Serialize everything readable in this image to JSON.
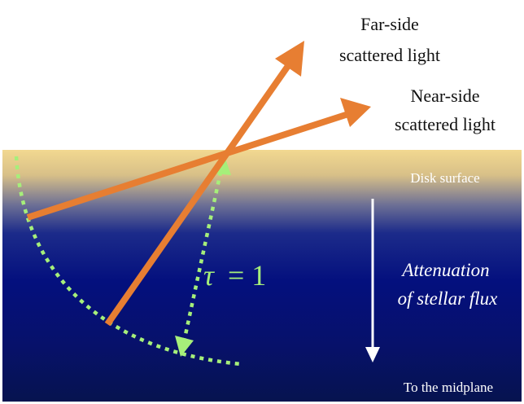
{
  "labels": {
    "far_side": [
      "Far-side",
      "scattered light"
    ],
    "near_side": [
      "Near-side",
      "scattered light"
    ],
    "disk_surface": "Disk surface",
    "attenuation": [
      "Attenuation",
      "of stellar flux"
    ],
    "tau_symbol": "τ",
    "tau_equals": "= 1",
    "midplane": "To the midplane"
  },
  "colors": {
    "ray": "#e77e32",
    "tau_path": "#a6ef7a",
    "surface_top": "#f2d890",
    "disk_deep": "#04107e",
    "disk_bottom": "#06134f",
    "text_dark": "#111111",
    "text_light": "#ffffff"
  }
}
